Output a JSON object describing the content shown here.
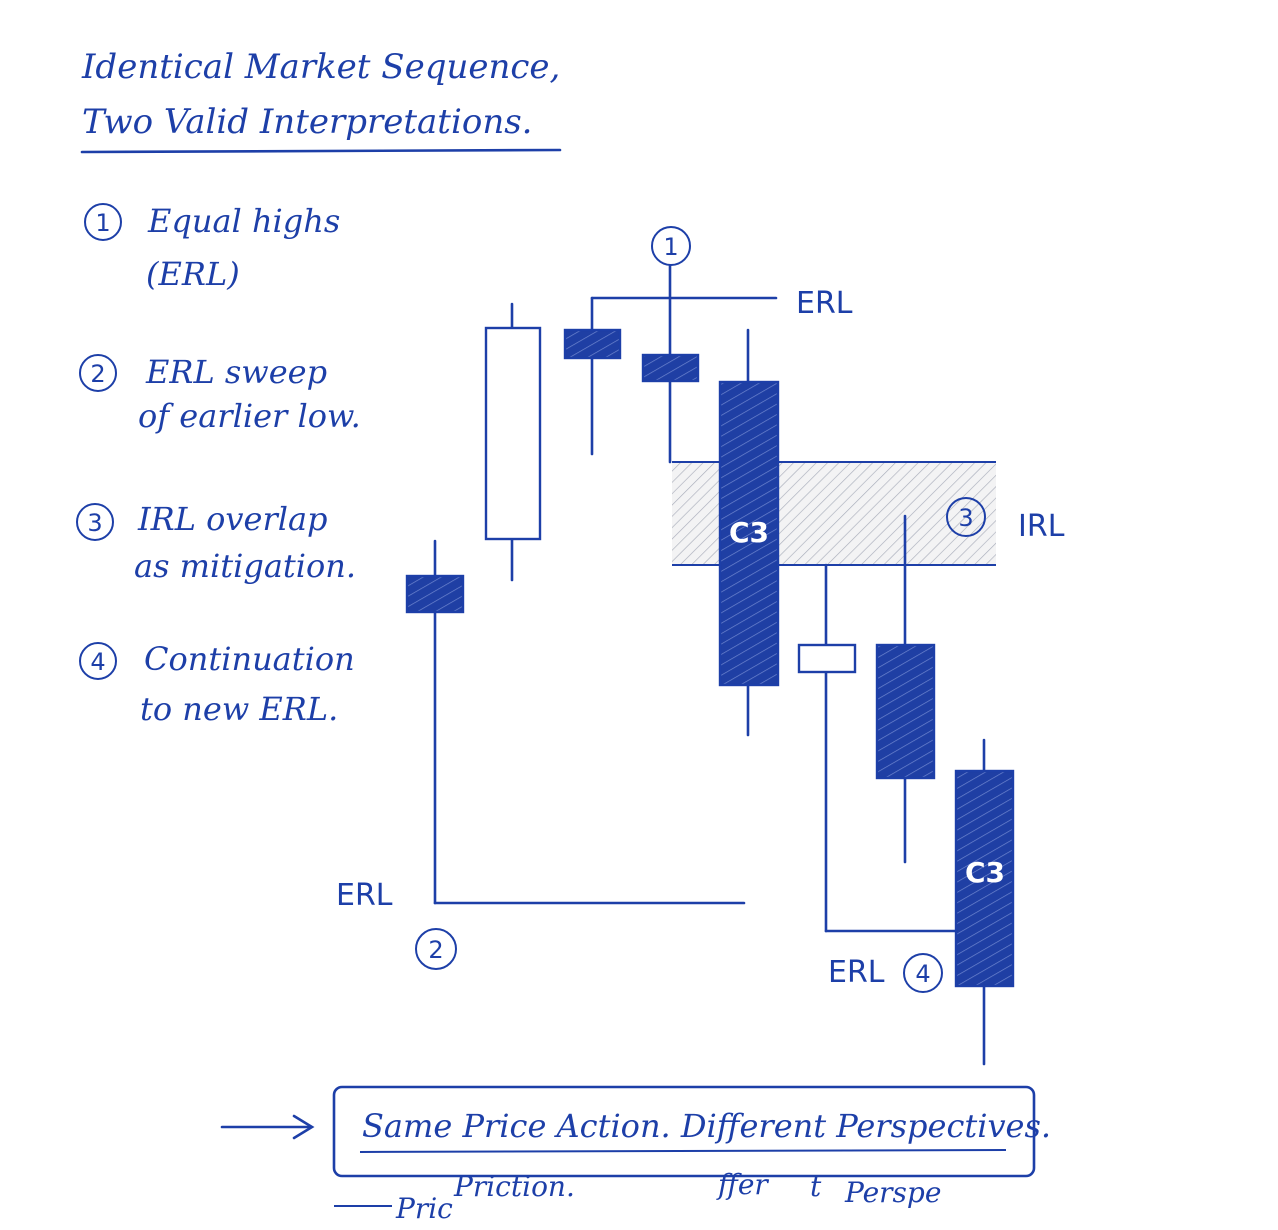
{
  "title": {
    "line1": "Identical Market Sequence,",
    "line2": "Two Valid Interpretations."
  },
  "legend": [
    {
      "number": "1",
      "line1": "Equal highs",
      "line2": "(ERL)"
    },
    {
      "number": "2",
      "line1": "ERL sweep",
      "line2": "of earlier low."
    },
    {
      "number": "3",
      "line1": "IRL overlap",
      "line2": "as mitigation."
    },
    {
      "number": "4",
      "line1": "Continuation",
      "line2": "to new ERL."
    }
  ],
  "markers": {
    "m1": "1",
    "m2": "2",
    "m3": "3",
    "m4": "4"
  },
  "labels": {
    "erl_top": "ERL",
    "erl_low": "ERL",
    "erl_bottom": "ERL",
    "irl": "IRL",
    "c3_first": "C3",
    "c3_second": "C3"
  },
  "colors": {
    "ink": "#1d3fa8",
    "hatch_zone": "#9aa3b8",
    "background": "#ffffff"
  },
  "conclusion": {
    "text": "Same Price Action. Different Perspectives."
  },
  "faded": {
    "a": "Pric",
    "b": "Priction.",
    "c": "ffer",
    "d": "t",
    "e": "Perspe"
  }
}
